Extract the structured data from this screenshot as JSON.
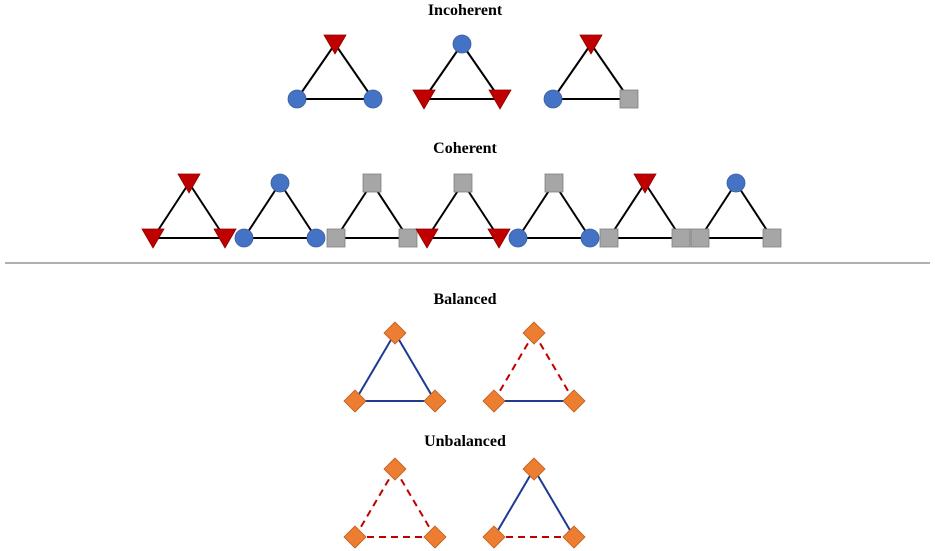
{
  "headings": {
    "incoherent": "Incoherent",
    "coherent": "Coherent",
    "balanced": "Balanced",
    "unbalanced": "Unbalanced"
  },
  "colors": {
    "circle": "#4472C4",
    "triangle": "#C00000",
    "square": "#A6A6A6",
    "diamond": "#ED7D31",
    "black_edge": "#000000",
    "positive_edge": "#1F3A93",
    "negative_edge": "#C00000",
    "divider": "#808080"
  },
  "incoherent": [
    [
      "triangle",
      "circle",
      "circle"
    ],
    [
      "circle",
      "triangle",
      "triangle"
    ],
    [
      "triangle",
      "circle",
      "square"
    ]
  ],
  "coherent": [
    [
      "triangle",
      "triangle",
      "triangle"
    ],
    [
      "circle",
      "circle",
      "circle"
    ],
    [
      "square",
      "square",
      "square"
    ],
    [
      "square",
      "triangle",
      "triangle"
    ],
    [
      "square",
      "circle",
      "circle"
    ],
    [
      "triangle",
      "square",
      "square"
    ],
    [
      "circle",
      "square",
      "square"
    ]
  ],
  "balanced": [
    [
      "positive",
      "positive",
      "positive"
    ],
    [
      "negative",
      "negative",
      "positive"
    ]
  ],
  "unbalanced": [
    [
      "negative",
      "negative",
      "negative"
    ],
    [
      "positive",
      "positive",
      "negative"
    ]
  ]
}
